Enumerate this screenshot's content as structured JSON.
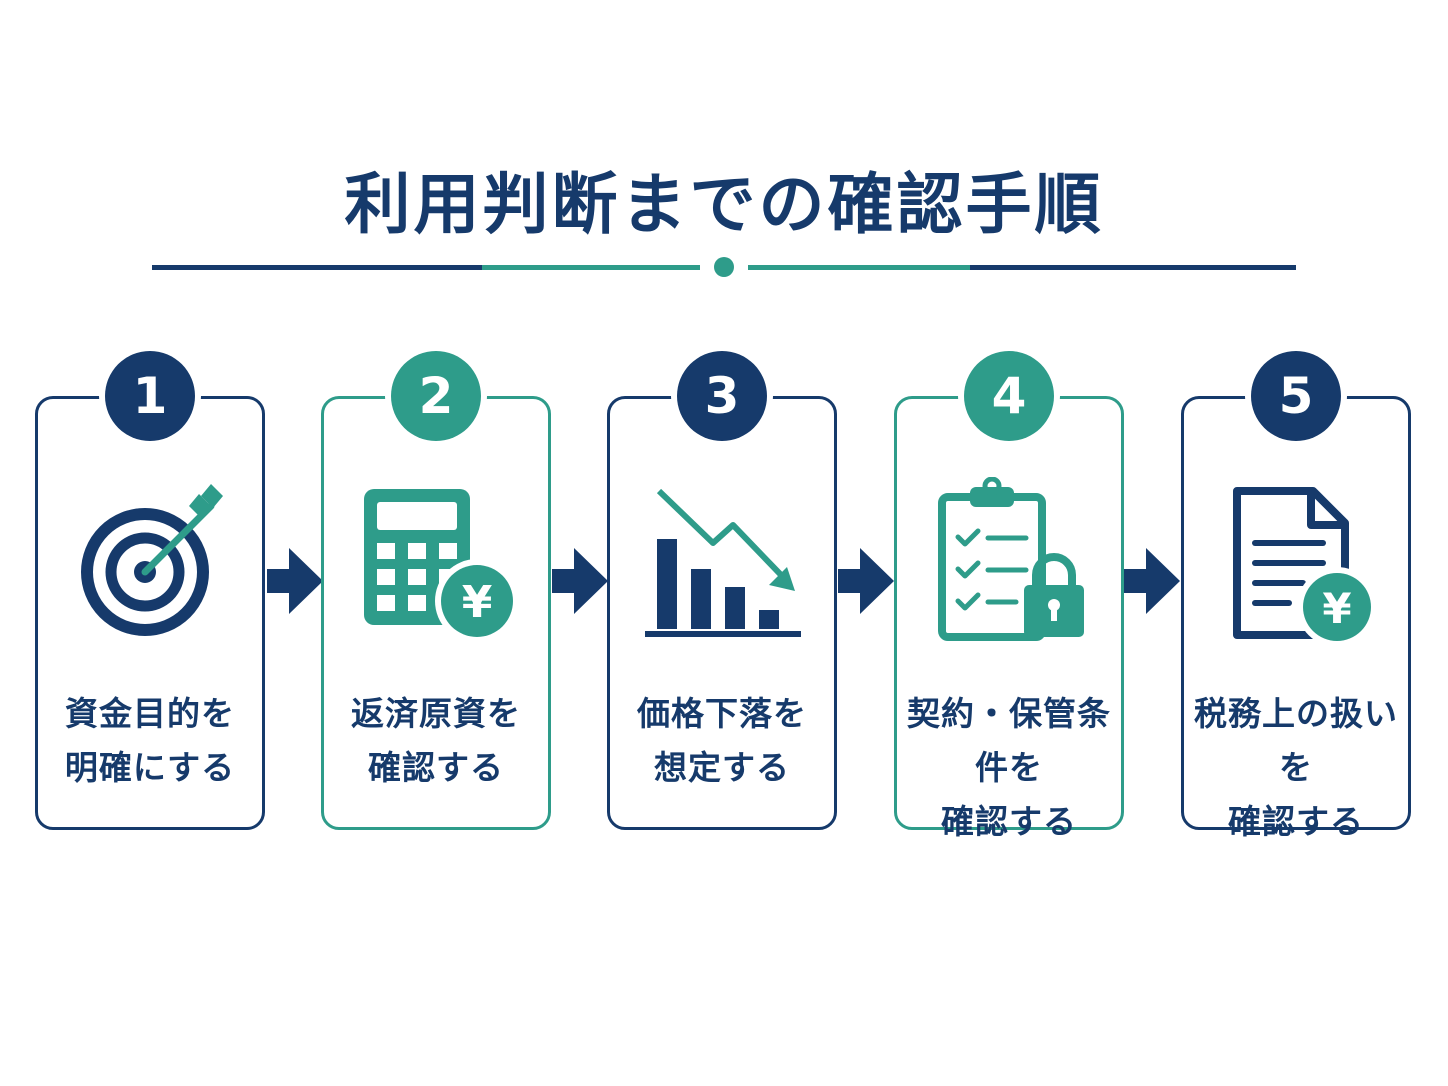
{
  "title": "利用判断までの確認手順",
  "colors": {
    "navy": "#163a6b",
    "teal": "#2e9c8a"
  },
  "steps": [
    {
      "number": "1",
      "line1": "資金目的を",
      "line2": "明確にする",
      "icon": "target-icon",
      "accent": "navy"
    },
    {
      "number": "2",
      "line1": "返済原資を",
      "line2": "確認する",
      "icon": "calculator-yen-icon",
      "accent": "teal"
    },
    {
      "number": "3",
      "line1": "価格下落を",
      "line2": "想定する",
      "icon": "falling-chart-icon",
      "accent": "navy"
    },
    {
      "number": "4",
      "line1": "契約・保管条件を",
      "line2": "確認する",
      "icon": "clipboard-lock-icon",
      "accent": "teal"
    },
    {
      "number": "5",
      "line1": "税務上の扱いを",
      "line2": "確認する",
      "icon": "document-yen-icon",
      "accent": "navy"
    }
  ]
}
